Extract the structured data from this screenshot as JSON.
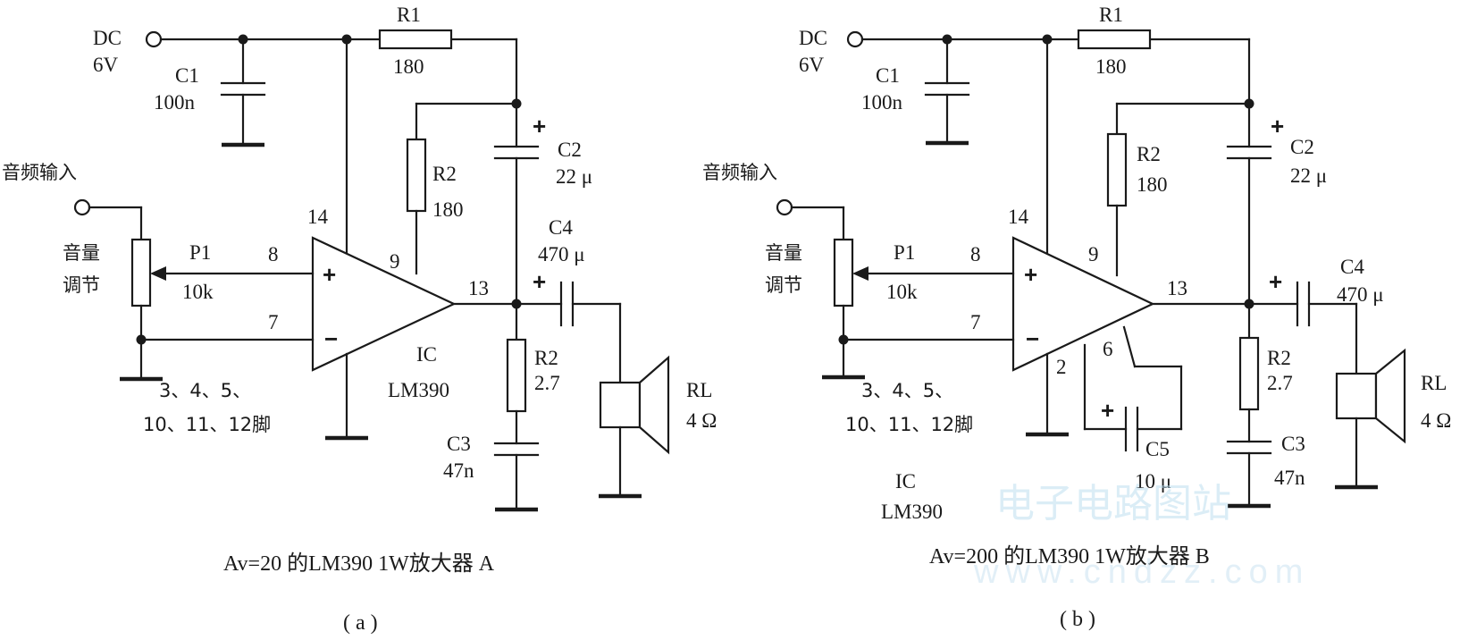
{
  "circuit_a": {
    "dc": "DC",
    "dc_v": "6V",
    "c1_name": "C1",
    "c1_val": "100n",
    "r1_name": "R1",
    "r1_val": "180",
    "c2_plus": "+",
    "c2_name": "C2",
    "c2_val": "22 μ",
    "r2_name": "R2",
    "r2_val": "180",
    "input_label": "音频输入",
    "vol_label_1": "音量",
    "vol_label_2": "调节",
    "p1_name": "P1",
    "p1_val": "10k",
    "pin14": "14",
    "pin8": "8",
    "pin9": "9",
    "pin7": "7",
    "pin13": "13",
    "op_plus": "+",
    "op_minus": "−",
    "c4_name": "C4",
    "c4_val": "470 μ",
    "c4_plus": "+",
    "ic_name": "IC",
    "ic_model": "LM390",
    "rz_name": "R2",
    "rz_val": "2.7",
    "rl_name": "RL",
    "rl_val": "4 Ω",
    "c3_name": "C3",
    "c3_val": "47n",
    "pins_note_1": "3、4、5、",
    "pins_note_2": "10、11、12脚",
    "caption": "Av=20 的LM390  1W放大器  A",
    "sub_caption": "( a )"
  },
  "circuit_b": {
    "dc": "DC",
    "dc_v": "6V",
    "c1_name": "C1",
    "c1_val": "100n",
    "r1_name": "R1",
    "r1_val": "180",
    "c2_plus": "+",
    "c2_name": "C2",
    "c2_val": "22 μ",
    "r2_name": "R2",
    "r2_val": "180",
    "input_label": "音频输入",
    "vol_label_1": "音量",
    "vol_label_2": "调节",
    "p1_name": "P1",
    "p1_val": "10k",
    "pin14": "14",
    "pin8": "8",
    "pin9": "9",
    "pin7": "7",
    "pin13": "13",
    "pin2": "2",
    "pin6": "6",
    "op_plus": "+",
    "op_minus": "−",
    "c4_name": "C4",
    "c4_val": "470 μ",
    "c4_plus": "+",
    "c5_plus": "+",
    "c5_name": "C5",
    "c5_val": "10 μ",
    "ic_name": "IC",
    "ic_model": "LM390",
    "rz_name": "R2",
    "rz_val": "2.7",
    "rl_name": "RL",
    "rl_val": "4 Ω",
    "c3_name": "C3",
    "c3_val": "47n",
    "pins_note_1": "3、4、5、",
    "pins_note_2": "10、11、12脚",
    "caption": "Av=200 的LM390  1W放大器  B",
    "sub_caption": "( b )"
  },
  "watermark": {
    "cn": "电子电路图站",
    "url": "www.cndzz.com"
  }
}
